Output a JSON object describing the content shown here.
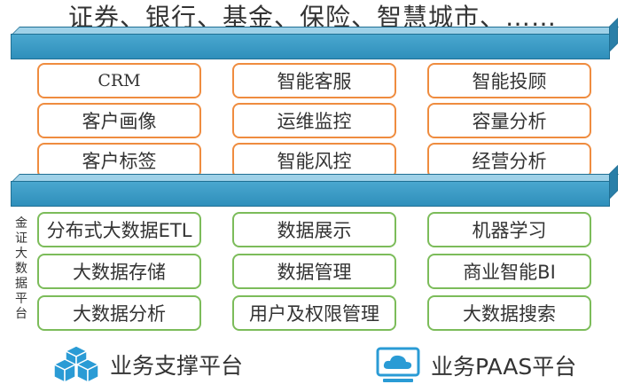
{
  "top_title": "证券、银行、基金、保险、智慧城市、……",
  "upper_grid": [
    [
      "CRM",
      "智能客服",
      "智能投顾"
    ],
    [
      "客户画像",
      "运维监控",
      "容量分析"
    ],
    [
      "客户标签",
      "智能风控",
      "经营分析"
    ]
  ],
  "lower_grid": [
    [
      "分布式大数据ETL",
      "数据展示",
      "机器学习"
    ],
    [
      "大数据存储",
      "数据管理",
      "商业智能BI"
    ],
    [
      "大数据分析",
      "用户及权限管理",
      "大数据搜索"
    ]
  ],
  "side_label": [
    "金",
    "证",
    "大",
    "数",
    "据",
    "平",
    "台"
  ],
  "legend": {
    "support": "业务支撑平台",
    "paas": "业务PAAS平台"
  },
  "colors": {
    "bar": "#3a9bc6",
    "upper_border": "#ef8c3f",
    "lower_border": "#7cbc5a",
    "icon": "#2a9bd5"
  }
}
